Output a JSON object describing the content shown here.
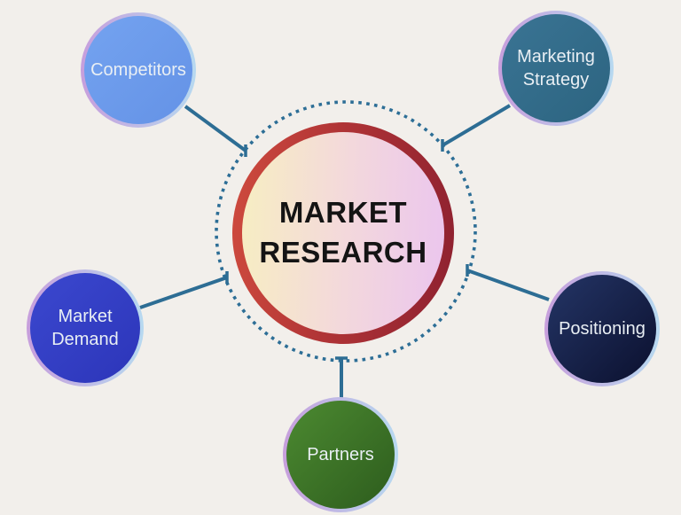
{
  "diagram": {
    "type": "radial",
    "background_color": "#F2EFEB",
    "center": {
      "label": "MARKET RESEARCH",
      "text_color": "#141414",
      "ring_color_left": "#CF4B3E",
      "ring_color_right": "#8E2130",
      "fill_left": "#F7EEC2",
      "fill_mid": "#F3D8DC",
      "fill_right": "#EBC5EE",
      "dotted_ring_color": "#2D6E96"
    },
    "connector_color": "#2D6D94",
    "node_border": {
      "left": "#C79EDC",
      "right": "#B7D9F0"
    },
    "node_text_color": "#E9EFF4",
    "nodes": [
      {
        "id": "competitors",
        "label": "Competitors",
        "fill_top": "#74A3F0",
        "fill_bottom": "#6492E6"
      },
      {
        "id": "marketing-strategy",
        "label": "Marketing Strategy",
        "fill_top": "#3A7494",
        "fill_bottom": "#2C6480"
      },
      {
        "id": "market-demand",
        "label": "Market Demand",
        "fill_top": "#3B48CF",
        "fill_bottom": "#2C35B9"
      },
      {
        "id": "positioning",
        "label": "Positioning",
        "fill_top": "#243566",
        "fill_bottom": "#0B102E"
      },
      {
        "id": "partners",
        "label": "Partners",
        "fill_top": "#4C8A31",
        "fill_bottom": "#2D5C1D"
      }
    ]
  }
}
